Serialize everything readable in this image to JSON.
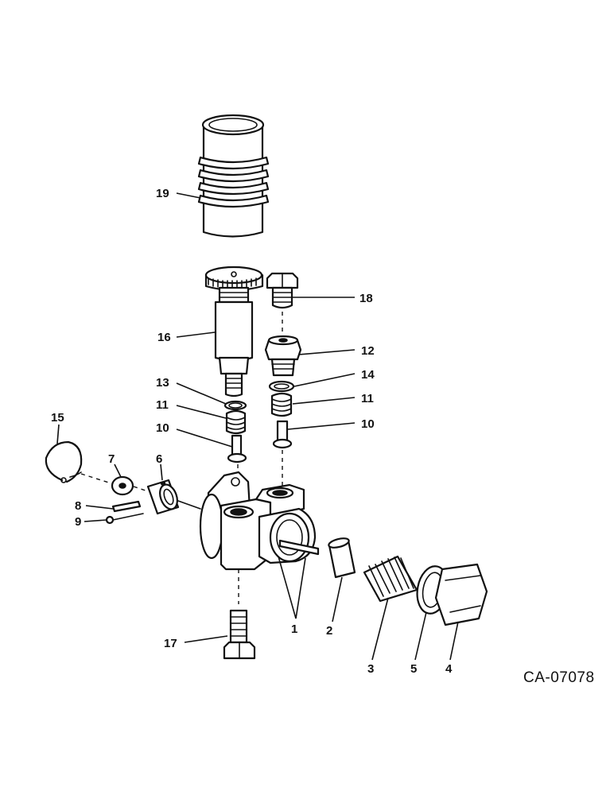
{
  "diagram": {
    "reference_code": "CA-07078",
    "callouts": [
      "1",
      "2",
      "3",
      "4",
      "5",
      "6",
      "7",
      "8",
      "9",
      "10",
      "10",
      "11",
      "11",
      "12",
      "13",
      "14",
      "15",
      "16",
      "17",
      "18",
      "19"
    ]
  }
}
